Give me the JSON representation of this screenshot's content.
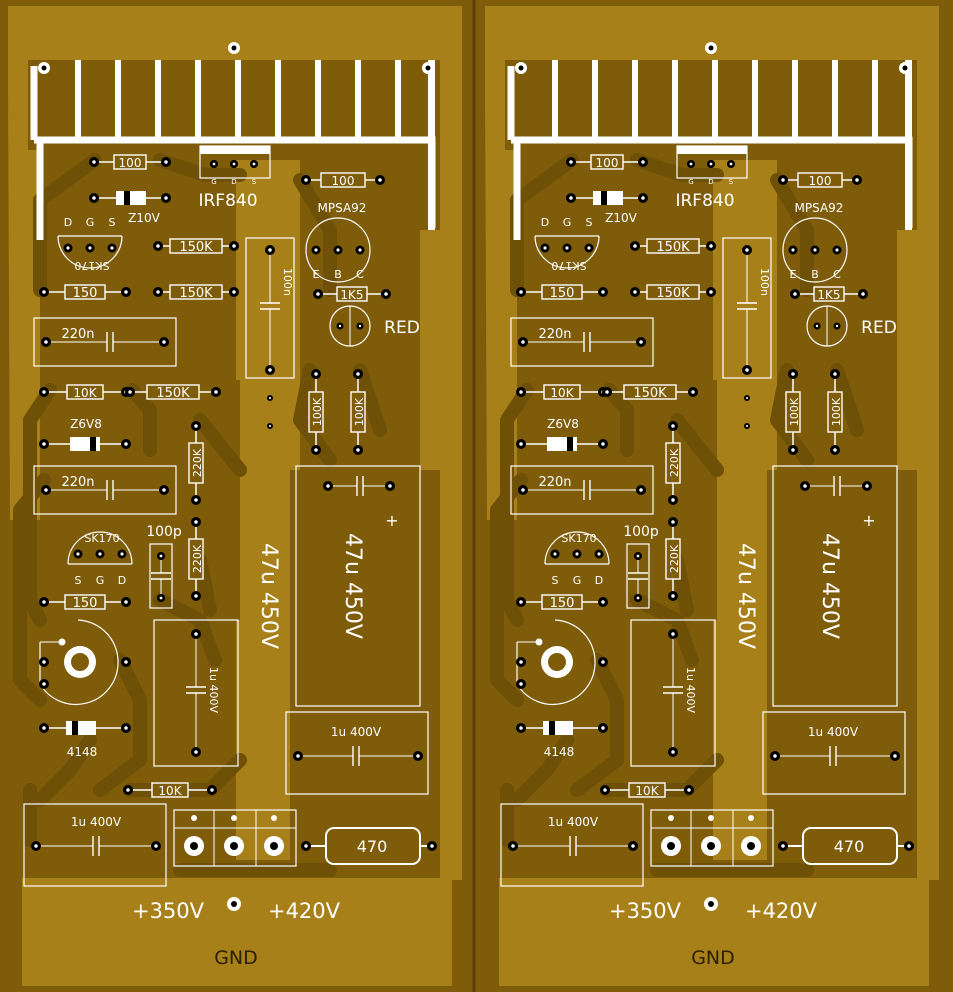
{
  "colors": {
    "background": "#7f5c09",
    "copper": "#a8801a",
    "trace": "#6e5006",
    "silkscreen": "#ffffff",
    "pad": "#000000"
  },
  "boards": [
    {
      "id": "left",
      "labels": {
        "r_gate": "100",
        "zener_top": "Z10V",
        "mosfet": "IRF840",
        "mosfet_pins": [
          "G",
          "D",
          "S"
        ],
        "r_mpsa": "100",
        "mpsa": "MPSA92",
        "mpsa_pins": [
          "E",
          "B",
          "C"
        ],
        "jfet_top_pins": [
          "D",
          "G",
          "S"
        ],
        "jfet_top": "SK170",
        "r_150k_a": "150K",
        "r_150k_b": "150K",
        "r_150_top": "150",
        "cap_100n": "100n",
        "r_1k5": "1K5",
        "led": "RED",
        "cap_220n_a": "220n",
        "r_10k_a": "10K",
        "r_150k_c": "150K",
        "r_100k_a": "100K",
        "r_100k_b": "100K",
        "zener_mid": "Z6V8",
        "r_220k_a": "220K",
        "cap_220n_b": "220n",
        "cap_big_side": "47u 450V",
        "cap_big": "47u 450V",
        "plus": "+",
        "jfet_bot": "SK170",
        "jfet_bot_pins": [
          "S",
          "G",
          "D"
        ],
        "cap_100p": "100p",
        "r_220k_b": "220K",
        "r_150_bot": "150",
        "cap_1u_mid": "1u 400V",
        "cap_1u_right": "1u 400V",
        "diode": "4148",
        "r_10k_b": "10K",
        "cap_1u_left": "1u 400V",
        "r_470": "470",
        "v350": "+350V",
        "v420": "+420V",
        "gnd": "GND"
      }
    },
    {
      "id": "right",
      "labels": {
        "r_gate": "100",
        "zener_top": "Z10V",
        "mosfet": "IRF840",
        "mosfet_pins": [
          "G",
          "D",
          "S"
        ],
        "r_mpsa": "100",
        "mpsa": "MPSA92",
        "mpsa_pins": [
          "E",
          "B",
          "C"
        ],
        "jfet_top_pins": [
          "D",
          "G",
          "S"
        ],
        "jfet_top": "SK170",
        "r_150k_a": "150K",
        "r_150k_b": "150K",
        "r_150_top": "150",
        "cap_100n": "100n",
        "r_1k5": "1K5",
        "led": "RED",
        "cap_220n_a": "220n",
        "r_10k_a": "10K",
        "r_150k_c": "150K",
        "r_100k_a": "100K",
        "r_100k_b": "100K",
        "zener_mid": "Z6V8",
        "r_220k_a": "220K",
        "cap_220n_b": "220n",
        "cap_big_side": "47u 450V",
        "cap_big": "47u 450V",
        "plus": "+",
        "jfet_bot": "SK170",
        "jfet_bot_pins": [
          "S",
          "G",
          "D"
        ],
        "cap_100p": "100p",
        "r_220k_b": "220K",
        "r_150_bot": "150",
        "cap_1u_mid": "1u 400V",
        "cap_1u_right": "1u 400V",
        "diode": "4148",
        "r_10k_b": "10K",
        "cap_1u_left": "1u 400V",
        "r_470": "470",
        "v350": "+350V",
        "v420": "+420V",
        "gnd": "GND"
      }
    }
  ]
}
